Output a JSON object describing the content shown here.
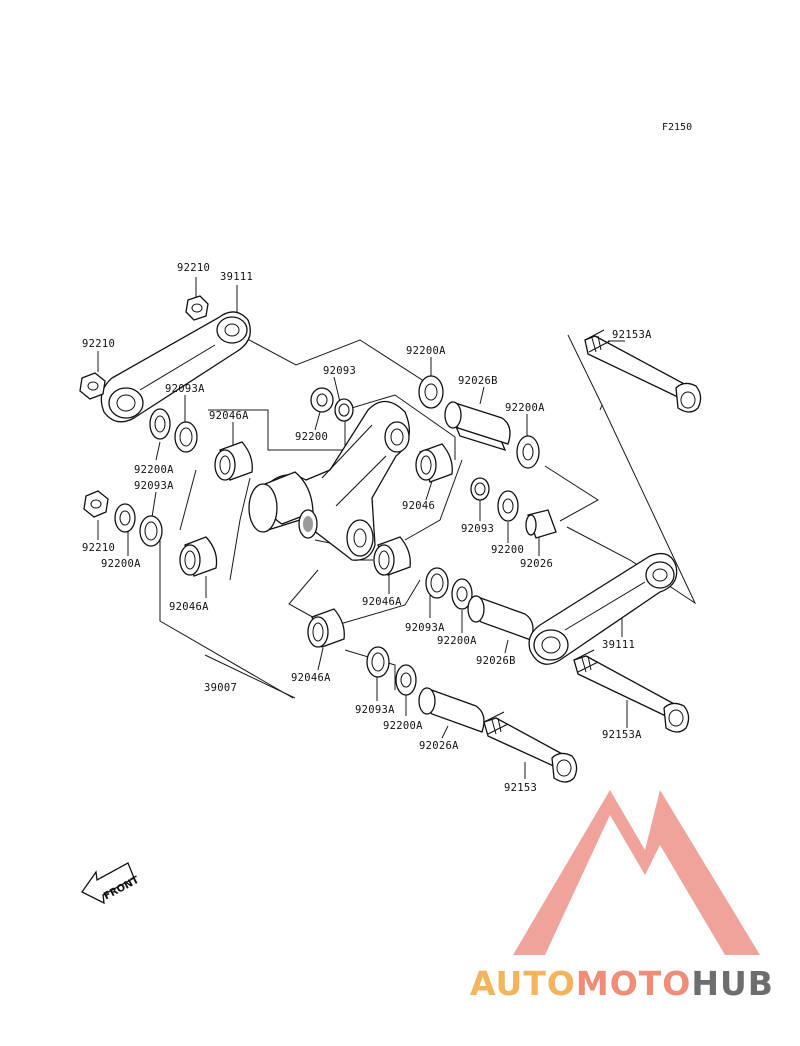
{
  "figure_code": "F2150",
  "front_label": "FRONT",
  "watermark": {
    "text_a": "AUTO",
    "text_b": "MOTO",
    "text_c": "HUB",
    "color_a": "#f4b45e",
    "color_b": "#f08c78",
    "color_c": "#6d6d6d",
    "logo_color": "#ef9f95"
  },
  "labels": {
    "l_92210_top": "92210",
    "l_39111_top": "39111",
    "l_92210_left": "92210",
    "l_92093a_1": "92093A",
    "l_92046a_1": "92046A",
    "l_92200a_1": "92200A",
    "l_92093a_2": "92093A",
    "l_92210_mid": "92210",
    "l_92200a_2": "92200A",
    "l_92046a_2": "92046A",
    "l_39007": "39007",
    "l_92093": "92093",
    "l_92200_1": "92200",
    "l_92200a_3": "92200A",
    "l_92026b_1": "92026B",
    "l_92200a_4": "92200A",
    "l_92153a_top": "92153A",
    "l_92046": "92046",
    "l_92093_2": "92093",
    "l_92200_2": "92200",
    "l_92026": "92026",
    "l_92046a_3": "92046A",
    "l_92093a_3": "92093A",
    "l_92200a_5": "92200A",
    "l_92026b_2": "92026B",
    "l_39111_right": "39111",
    "l_92046a_4": "92046A",
    "l_92093a_4": "92093A",
    "l_92200a_6": "92200A",
    "l_92026a": "92026A",
    "l_92153a_bottom": "92153A",
    "l_92153": "92153"
  }
}
